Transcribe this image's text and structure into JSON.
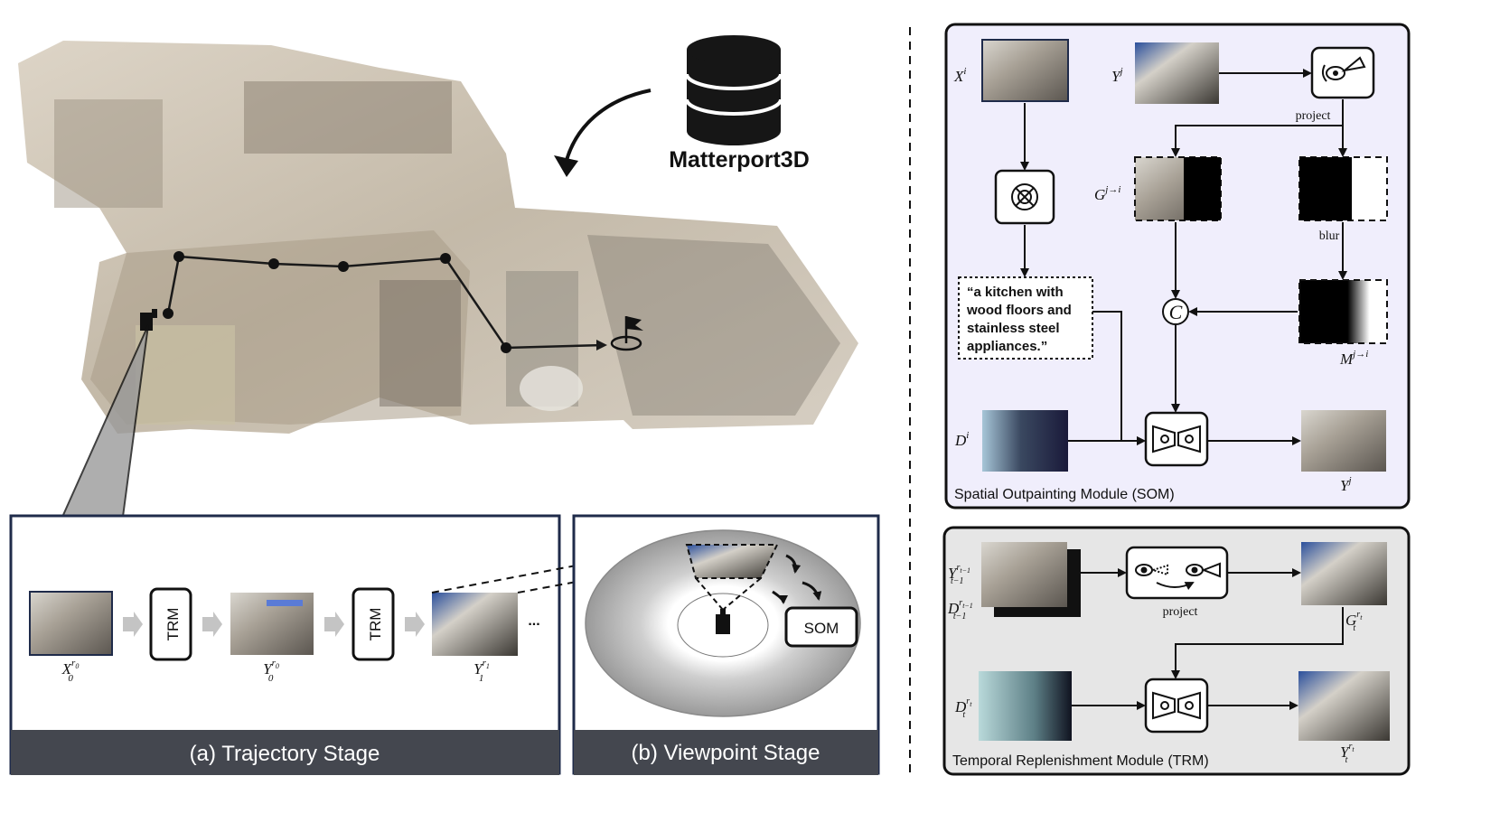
{
  "dataset": {
    "label": "Matterport3D"
  },
  "trajectory": {
    "caption": "(a) Trajectory Stage",
    "trm_label_1": "TRM",
    "trm_label_2": "TRM",
    "ellipsis": "...",
    "x_label": {
      "base": "X",
      "sup": "r",
      "supsub": "0",
      "sub": "0"
    },
    "y0_label": {
      "base": "Y",
      "sup": "r",
      "supsub": "0",
      "sub": "0"
    },
    "y1_label": {
      "base": "Y",
      "sup": "r",
      "supsub": "1",
      "sub": "1"
    }
  },
  "viewpoint": {
    "caption": "(b) Viewpoint Stage",
    "som_label": "SOM"
  },
  "som_module": {
    "title": "Spatial Outpainting Module (SOM)",
    "xi": {
      "base": "X",
      "sup": "i"
    },
    "yj_in": {
      "base": "Y",
      "sup": "j"
    },
    "gji": {
      "base": "G",
      "sup": "j→i"
    },
    "mji": {
      "base": "M",
      "sup": "j→i"
    },
    "di": {
      "base": "D",
      "sup": "i"
    },
    "yj_out": {
      "base": "Y",
      "sup": "j"
    },
    "project_label": "project",
    "blur_label": "blur",
    "concat_symbol": "C",
    "caption_lines": [
      "“a kitchen with",
      "wood floors and",
      "stainless steel",
      "appliances.”"
    ]
  },
  "trm_module": {
    "title": "Temporal Replenishment Module (TRM)",
    "project_label": "project",
    "y_prev": {
      "base": "Y",
      "sup": "r",
      "supsub": "t−1",
      "sub": "t−1"
    },
    "d_prev": {
      "base": "D",
      "sup": "r",
      "supsub": "t−1",
      "sub": "t−1"
    },
    "g_t": {
      "base": "G",
      "sup": "r",
      "supsub": "t",
      "sub": "t"
    },
    "d_t": {
      "base": "D",
      "sup": "r",
      "supsub": "t",
      "sub": "t"
    },
    "y_t": {
      "base": "Y",
      "sup": "r",
      "supsub": "t",
      "sub": "t"
    }
  }
}
